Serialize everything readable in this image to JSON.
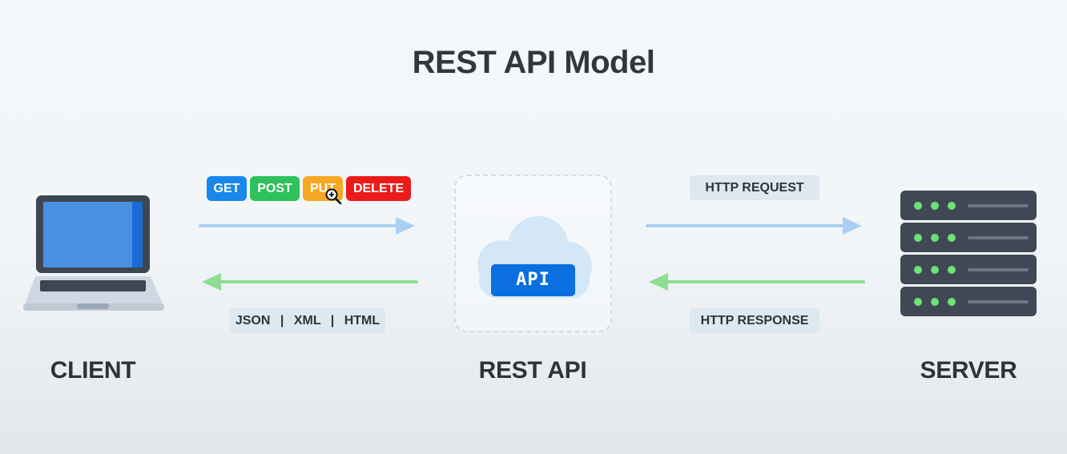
{
  "title": "REST API Model",
  "nodes": {
    "client": "CLIENT",
    "rest_api": "REST API",
    "server": "SERVER"
  },
  "api_badge": "API",
  "methods": [
    {
      "label": "GET",
      "color": "#1a87ec"
    },
    {
      "label": "POST",
      "color": "#2fc15b"
    },
    {
      "label": "PUT",
      "color": "#f6a823"
    },
    {
      "label": "DELETE",
      "color": "#ec1b1b"
    }
  ],
  "formats": {
    "a": "JSON",
    "sep1": "|",
    "b": "XML",
    "sep2": "|",
    "c": "HTML"
  },
  "http_request": "HTTP REQUEST",
  "http_response": "HTTP RESPONSE",
  "colors": {
    "request_arrow": "#a9d0f2",
    "response_arrow": "#8fdc95",
    "api_badge": "#0b6fe0",
    "server_dot": "#6fe07a"
  }
}
